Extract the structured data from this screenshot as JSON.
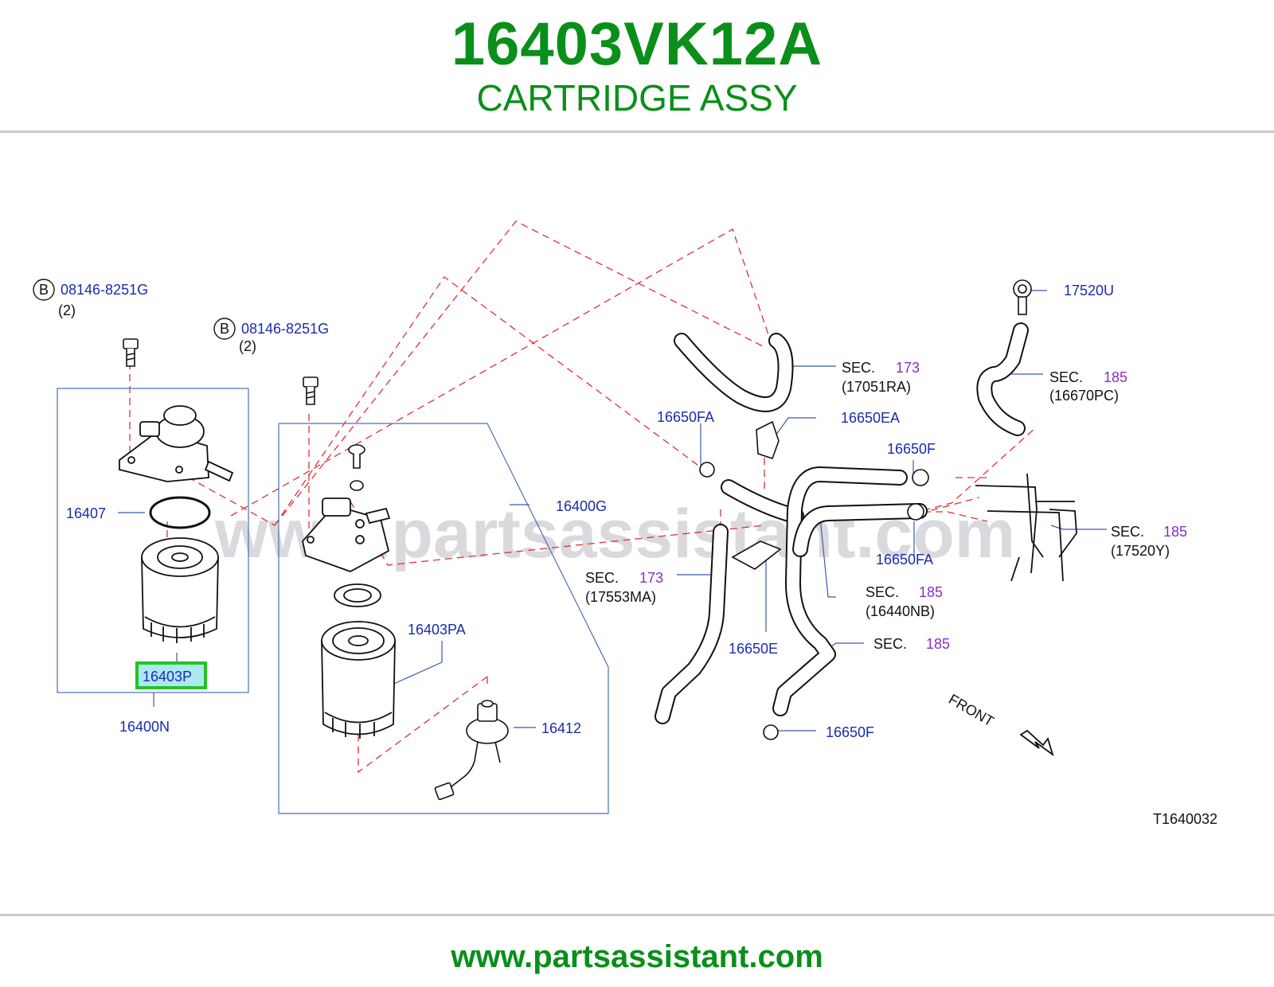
{
  "header": {
    "part_number": "16403VK12A",
    "part_name": "CARTRIDGE ASSY"
  },
  "watermark": "www.partsassistant.com",
  "footer": {
    "url": "www.partsassistant.com"
  },
  "colors": {
    "brand_green": "#0a8f1a",
    "label_blue": "#1a2bb0",
    "sec_purple": "#8a2fc0",
    "dash_red": "#e03030",
    "highlight": "#22c422"
  },
  "labels": {
    "bolt_a": "08146-8251G",
    "bolt_a_qty": "(2)",
    "bolt_a_badge": "B",
    "bolt_b": "08146-8251G",
    "bolt_b_qty": "(2)",
    "bolt_b_badge": "B",
    "oring": "16407",
    "cartridge_highlight": "16403P",
    "filter_assy": "16400N",
    "filter_assy_g": "16400G",
    "cartridge_pa": "16403PA",
    "sensor": "16412",
    "clamp_fa_top": "16650FA",
    "clamp_ea": "16650EA",
    "clamp_f_top": "16650F",
    "clamp_fa_mid": "16650FA",
    "clamp_e": "16650E",
    "clamp_f_bottom": "16650F",
    "hose_u": "17520U",
    "sec_word": "SEC.",
    "sec_173_a": "173",
    "sec_173_a_ref": "(17051RA)",
    "sec_185_a": "185",
    "sec_185_a_ref": "(16670PC)",
    "sec_185_b": "185",
    "sec_185_b_ref": "(17520Y)",
    "sec_173_b": "173",
    "sec_173_b_ref": "(17553MA)",
    "sec_185_c": "185",
    "sec_185_c_ref": "(16440NB)",
    "sec_185_d": "185",
    "front": "FRONT",
    "diagram_code": "T1640032"
  }
}
